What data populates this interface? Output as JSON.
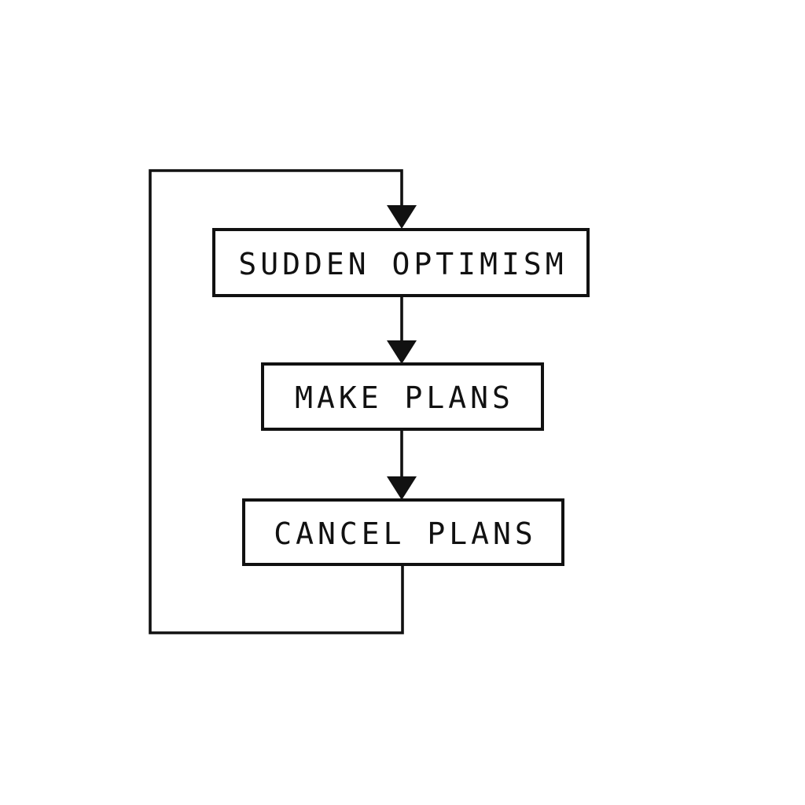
{
  "diagram": {
    "type": "flowchart",
    "background": "#ffffff",
    "line_color": "#111111",
    "nodes": [
      {
        "id": "sudden-optimism",
        "label": "SUDDEN OPTIMISM"
      },
      {
        "id": "make-plans",
        "label": "MAKE PLANS"
      },
      {
        "id": "cancel-plans",
        "label": "CANCEL PLANS"
      }
    ],
    "edges": [
      {
        "from": "sudden-optimism",
        "to": "make-plans",
        "style": "arrow-down"
      },
      {
        "from": "make-plans",
        "to": "cancel-plans",
        "style": "arrow-down"
      },
      {
        "from": "cancel-plans",
        "to": "sudden-optimism",
        "style": "loop-back-left"
      }
    ]
  }
}
